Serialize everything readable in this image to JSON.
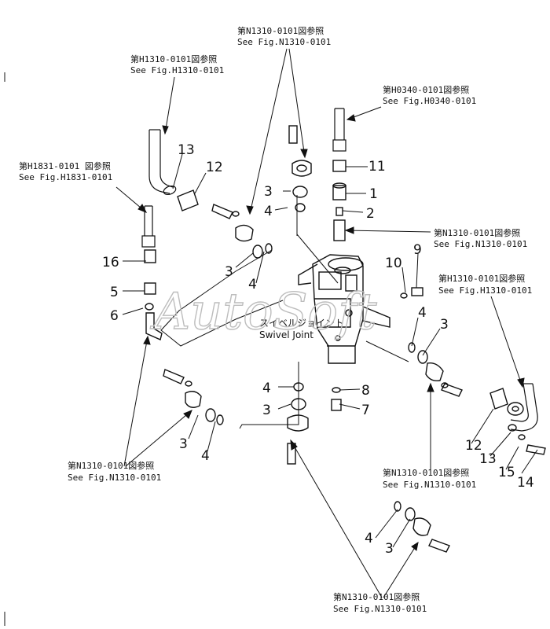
{
  "references": {
    "n1310_top": {
      "jp": "第N1310-0101図参照",
      "en": "See Fig.N1310-0101"
    },
    "h1310_left": {
      "jp": "第H1310-0101図参照",
      "en": "See Fig.H1310-0101"
    },
    "h0340": {
      "jp": "第H0340-0101図参照",
      "en": "See Fig.H0340-0101"
    },
    "h1831": {
      "jp": "第H1831-0101 図参照",
      "en": "See Fig.H1831-0101"
    },
    "n1310_mid": {
      "jp": "第N1310-0101図参照",
      "en": "See Fig.N1310-0101"
    },
    "h1310_right": {
      "jp": "第H1310-0101図参照",
      "en": "See Fig.H1310-0101"
    },
    "n1310_lowleft": {
      "jp": "第N1310-0101図参照",
      "en": "See Fig.N1310-0101"
    },
    "n1310_lowright": {
      "jp": "第N1310-0101図参照",
      "en": "See Fig.N1310-0101"
    },
    "n1310_bottom": {
      "jp": "第N1310-0101図参照",
      "en": "See Fig.N1310-0101"
    }
  },
  "swivel_joint": {
    "jp": "スイベルジョイント",
    "en": "Swivel Joint"
  },
  "watermark": "AutoSoft",
  "part_numbers": {
    "p1": "1",
    "p2": "2",
    "p3": "3",
    "p4": "4",
    "p5": "5",
    "p6": "6",
    "p7": "7",
    "p8": "8",
    "p9": "9",
    "p10": "10",
    "p11": "11",
    "p12": "12",
    "p13": "13",
    "p14": "14",
    "p15": "15",
    "p16": "16"
  }
}
